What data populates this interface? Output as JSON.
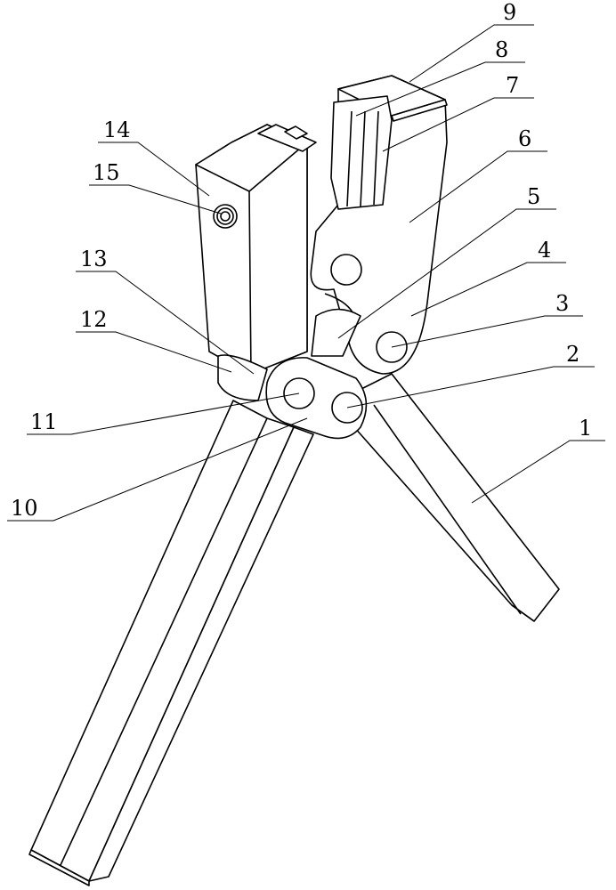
{
  "figure": {
    "labels": [
      "1",
      "2",
      "3",
      "4",
      "5",
      "6",
      "7",
      "8",
      "9",
      "10",
      "11",
      "12",
      "13",
      "14",
      "15"
    ]
  }
}
